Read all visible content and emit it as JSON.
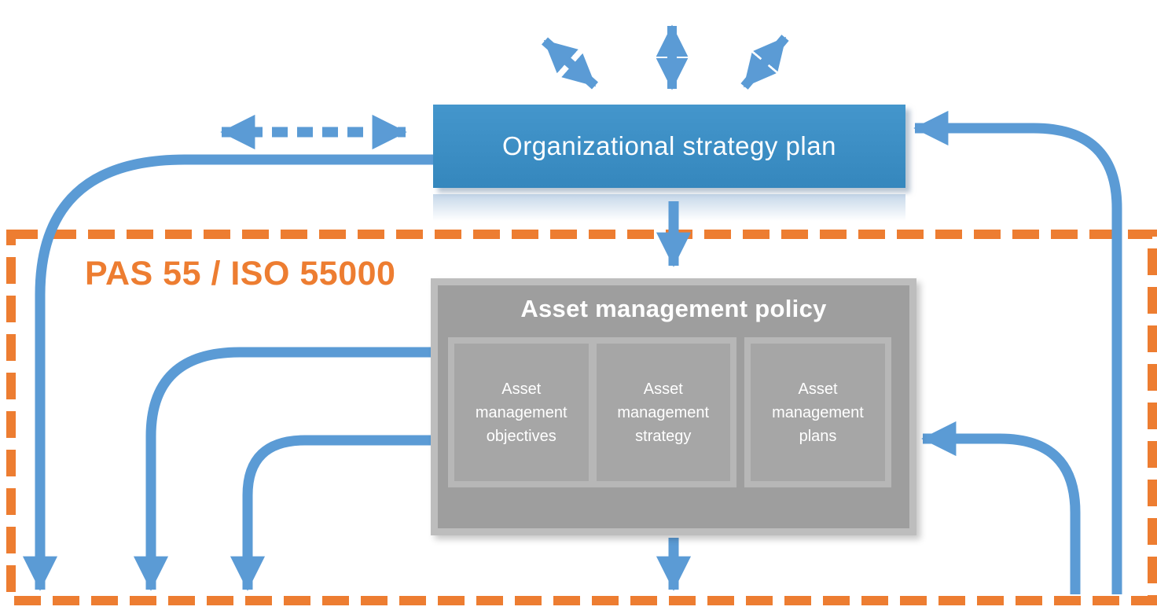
{
  "diagram": {
    "title_context": "Asset management framework diagram",
    "top_box": {
      "label": "Organizational strategy plan"
    },
    "framework_label": "PAS 55 / ISO 55000",
    "policy_box": {
      "title": "Asset management policy",
      "cells": [
        {
          "label": "Asset management objectives"
        },
        {
          "label": "Asset management strategy"
        },
        {
          "label": "Asset management plans"
        }
      ]
    },
    "arrows": [
      "external-exchange-diagonal-left-arrow",
      "external-exchange-vertical-arrow",
      "external-exchange-diagonal-right-arrow",
      "dashed-two-way-left-arrow",
      "org-to-bottom-left-curve-arrow",
      "org-to-policy-down-arrow",
      "objectives-to-bottom-curve-arrow",
      "strategy-to-bottom-curve-arrow",
      "policy-to-bottom-down-arrow",
      "bottom-to-policy-right-curve-arrow",
      "bottom-to-org-right-curve-arrow"
    ],
    "colors": {
      "arrow_blue": "#5b9bd5",
      "org_box_blue": "#3a8dc5",
      "framework_orange": "#ed7d31",
      "policy_fill_gray": "#9e9e9e",
      "policy_border_gray": "#bdbdbd",
      "cell_frame_gray": "#b7b7b7",
      "cell_fill_gray": "#a6a6a6",
      "text_white": "#ffffff"
    }
  }
}
